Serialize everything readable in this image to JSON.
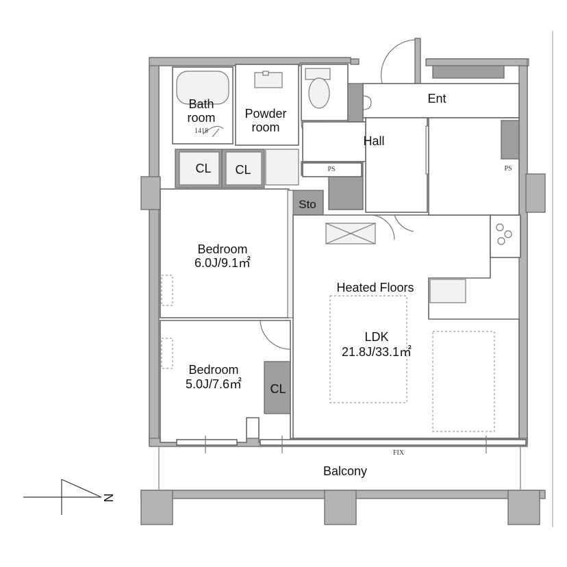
{
  "rooms": {
    "bath": {
      "line1": "Bath",
      "line2": "room",
      "code": "1418"
    },
    "powder": {
      "line1": "Powder",
      "line2": "room"
    },
    "closet_1": "CL",
    "closet_2": "CL",
    "closet_3": "CL",
    "entrance": "Ent",
    "hall": "Hall",
    "storage": "Sto",
    "ps_1": "PS",
    "ps_2": "PS",
    "bedroom_1": {
      "name": "Bedroom",
      "size": "6.0J/9.1㎡"
    },
    "bedroom_2": {
      "name": "Bedroom",
      "size": "5.0J/7.6㎡"
    },
    "heated": "Heated Floors",
    "ldk": {
      "name": "LDK",
      "size": "21.8J/33.1㎡"
    },
    "fix": "FIX",
    "balcony": "Balcony"
  },
  "compass": {
    "label": "N"
  },
  "colors": {
    "wall": "#b4b4b4",
    "line": "#666666",
    "background": "#ffffff"
  }
}
